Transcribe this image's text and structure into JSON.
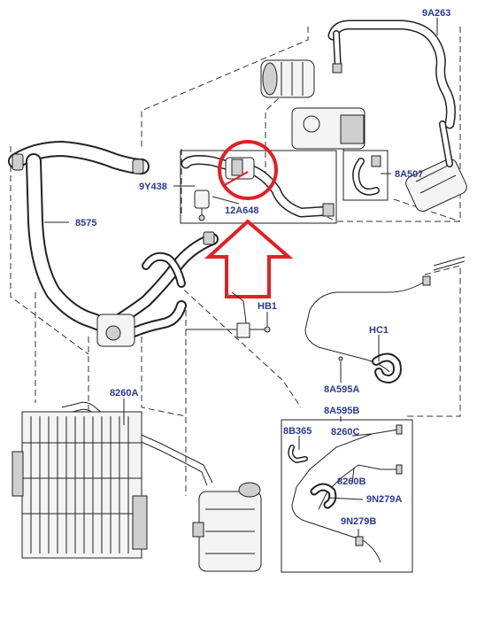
{
  "labels": {
    "l_9a263": "9A263",
    "l_9y438": "9Y438",
    "l_8a507": "8A507",
    "l_12a648": "12A648",
    "l_8575": "8575",
    "l_hb1": "HB1",
    "l_hc1": "HC1",
    "l_8a595a": "8A595A",
    "l_8260a": "8260A",
    "l_8a595b": "8A595B",
    "l_8b365": "8B365",
    "l_8260c": "8260C",
    "l_8260b": "8260B",
    "l_9n279a": "9N279A",
    "l_9n279b": "9N279B"
  },
  "colors": {
    "label": "#2a3b8f",
    "highlight": "#e31f26",
    "line": "#222222"
  }
}
